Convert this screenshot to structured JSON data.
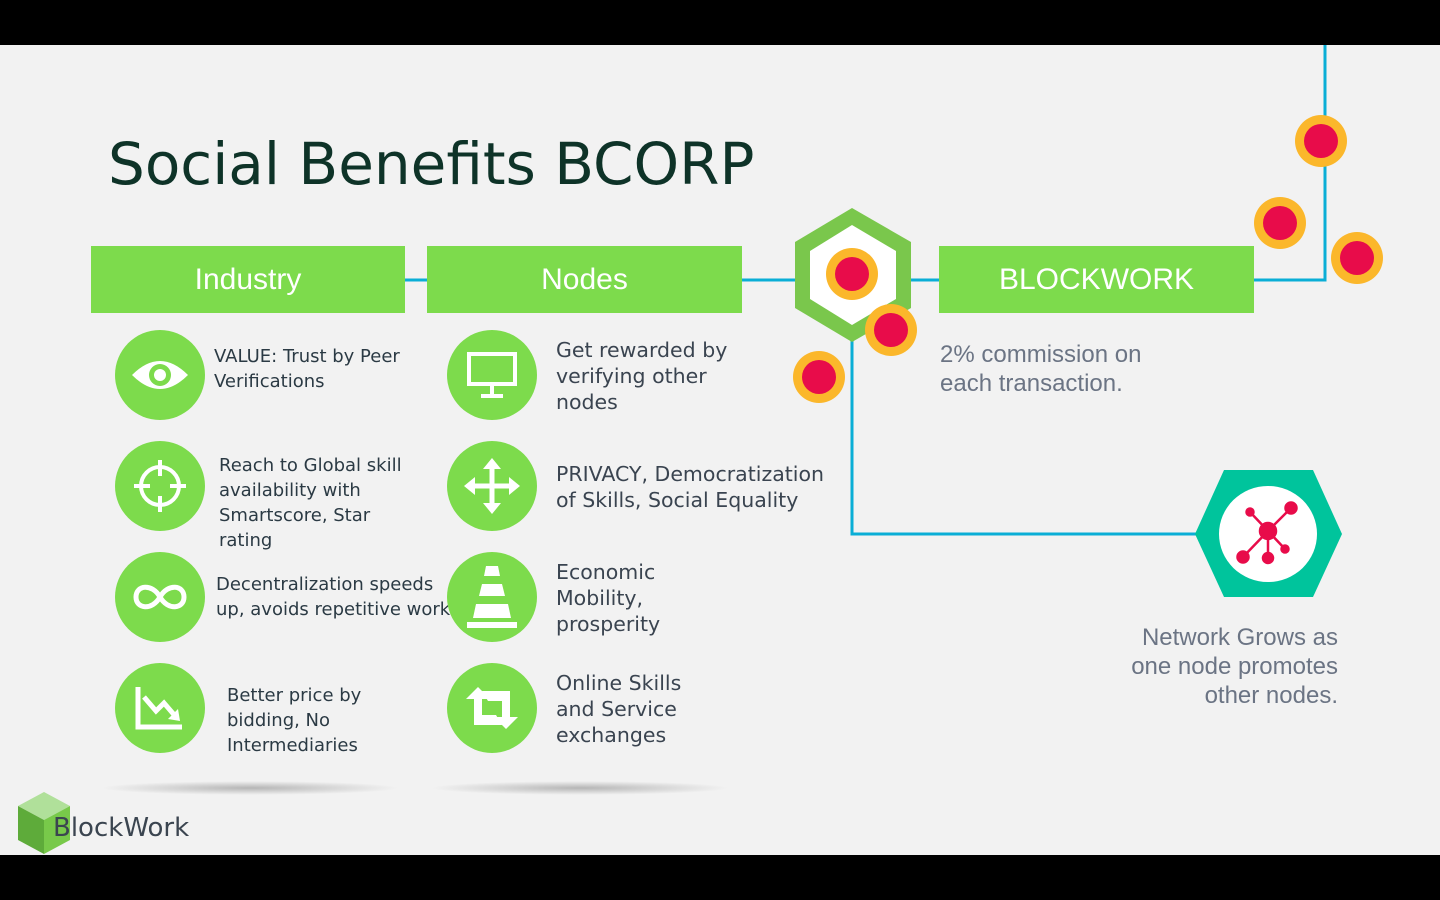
{
  "title": "Social Benefits BCORP",
  "headers": {
    "industry": "Industry",
    "nodes": "Nodes",
    "blockwork": "BLOCKWORK"
  },
  "industry_items": [
    {
      "icon": "eye-icon",
      "text": "VALUE: Trust by Peer Verifications"
    },
    {
      "icon": "crosshair-icon",
      "text": "Reach to Global skill availability with Smartscore, Star rating"
    },
    {
      "icon": "infinity-icon",
      "text": "Decentralization speeds up, avoids repetitive work"
    },
    {
      "icon": "chart-down-icon",
      "text": "Better price by bidding, No Intermediaries"
    }
  ],
  "node_items": [
    {
      "icon": "monitor-icon",
      "text": "Get rewarded by verifying other nodes"
    },
    {
      "icon": "move-arrows-icon",
      "text": "PRIVACY, Democratization of Skills, Social Equality"
    },
    {
      "icon": "traffic-cone-icon",
      "text": "Economic Mobility, prosperity"
    },
    {
      "icon": "exchange-arrows-icon",
      "text": "Online Skills and Service exchanges"
    }
  ],
  "commission": "2% commission on each transaction.",
  "network": "Network Grows as one node promotes other nodes.",
  "logo": "BlockWork",
  "colors": {
    "green": "#7ddb4c",
    "line": "#0aaed6",
    "dot": "#e80c4a",
    "ring": "#fbb72b",
    "teal": "#00c49c"
  }
}
